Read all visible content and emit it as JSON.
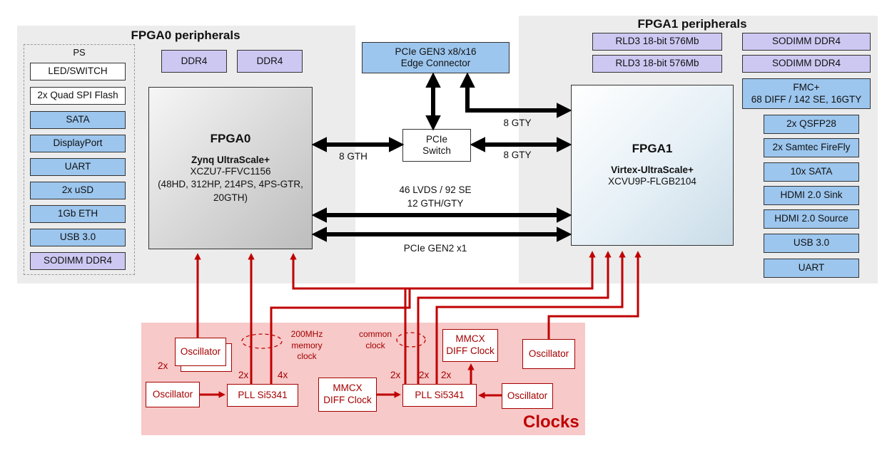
{
  "fpga0_region": {
    "title": "FPGA0 peripherals",
    "ps_title": "PS",
    "ps_items": [
      "LED/SWITCH",
      "2x Quad SPI Flash",
      "SATA",
      "DisplayPort",
      "UART",
      "2x uSD",
      "1Gb ETH",
      "USB 3.0",
      "SODIMM DDR4"
    ],
    "ddr": [
      "DDR4",
      "DDR4"
    ]
  },
  "fpga0": {
    "name": "FPGA0",
    "family": "Zynq UltraScale+",
    "part_lines": [
      "XCZU7-FFVC1156",
      "(48HD, 312HP, 214PS, 4PS-GTR,",
      "20GTH)"
    ]
  },
  "fpga1_region": {
    "title": "FPGA1 peripherals",
    "rld": [
      "RLD3 18-bit 576Mb",
      "RLD3 18-bit 576Mb"
    ],
    "right_items": [
      "SODIMM DDR4",
      "SODIMM DDR4",
      "FMC+\n68 DIFF / 142 SE, 16GTY",
      "2x QSFP28",
      "2x Samtec FireFly",
      "10x SATA",
      "HDMI 2.0 Sink",
      "HDMI 2.0 Source",
      "USB 3.0",
      "UART"
    ]
  },
  "fpga1": {
    "name": "FPGA1",
    "family": "Virtex-UltraScale+",
    "part": "XCVU9P-FLGB2104"
  },
  "pcie": {
    "edge": "PCIe GEN3 x8/x16\nEdge Connector",
    "switch": "PCIe\nSwitch"
  },
  "links": {
    "gth": "8 GTH",
    "gty_top": "8 GTY",
    "gty_mid": "8 GTY",
    "lvds": "46 LVDS / 92 SE\n12 GTH/GTY",
    "gen2": "PCIe GEN2 x1"
  },
  "clocks": {
    "title": "Clocks",
    "oscillator": "Oscillator",
    "pll": "PLL Si5341",
    "mmcx": "MMCX\nDIFF Clock",
    "mem_note": "200MHz\nmemory\nclock",
    "common_note": "common\nclock",
    "labels": {
      "osc2x": "2x",
      "pll0_2x": "2x",
      "pll0_4x": "4x",
      "pll1_2x_a": "2x",
      "pll1_2x_b": "2x",
      "pll1_2x_c": "2x"
    }
  },
  "colors": {
    "peripheral_blue": "#9cc6ee",
    "memory_lavender": "#cdc8f2",
    "clock_red": "#c00000",
    "clock_background": "#f7c9c9",
    "region_gray": "#ececec"
  }
}
